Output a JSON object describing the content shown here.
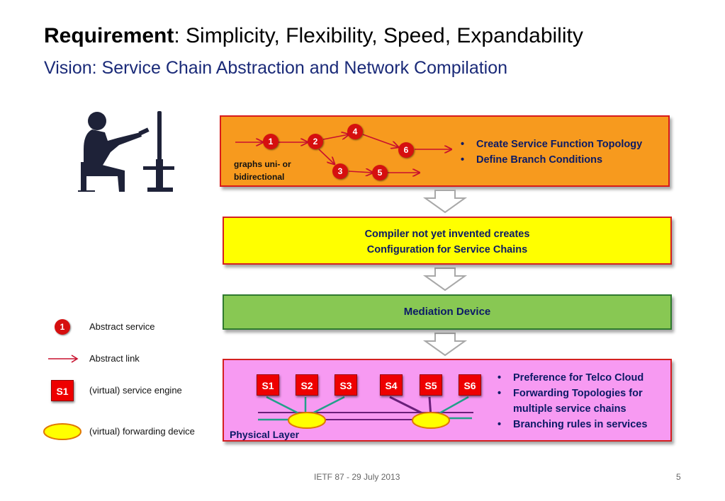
{
  "header": {
    "title_bold": "Requirement",
    "title_rest": ": Simplicity, Flexibility, Speed, Expandability",
    "subtitle": "Vision: Service Chain Abstraction and Network Compilation"
  },
  "topology_box": {
    "nodes": [
      "1",
      "2",
      "3",
      "4",
      "5",
      "6"
    ],
    "note_line1": "graphs uni- or",
    "note_line2": "bidirectional",
    "bullets": [
      "Create Service Function Topology",
      "Define Branch Conditions"
    ]
  },
  "compiler_box": {
    "line1": "Compiler not yet invented creates",
    "line2": "Configuration for Service Chains"
  },
  "mediation_box": {
    "label": "Mediation Device"
  },
  "physical_box": {
    "engines": [
      "S1",
      "S2",
      "S3",
      "S4",
      "S5",
      "S6"
    ],
    "label": "Physical Layer",
    "bullets": [
      "Preference for Telco Cloud",
      "Forwarding Topologies for multiple service chains",
      "Branching rules in services"
    ]
  },
  "legend": {
    "service_badge": "1",
    "service": "Abstract service",
    "link": "Abstract link",
    "engine_badge": "S1",
    "engine": "(virtual) service engine",
    "forwarding": "(virtual) forwarding device"
  },
  "footer": {
    "center": "IETF 87 - 29 July 2013",
    "page_number": "5"
  },
  "colors": {
    "topology_fill": "#f79a1e",
    "compiler_fill": "#ffff00",
    "mediation_fill": "#88c853",
    "physical_fill": "#f79af2",
    "node_red": "#d60f0f",
    "text_navy": "#0b1a66"
  }
}
